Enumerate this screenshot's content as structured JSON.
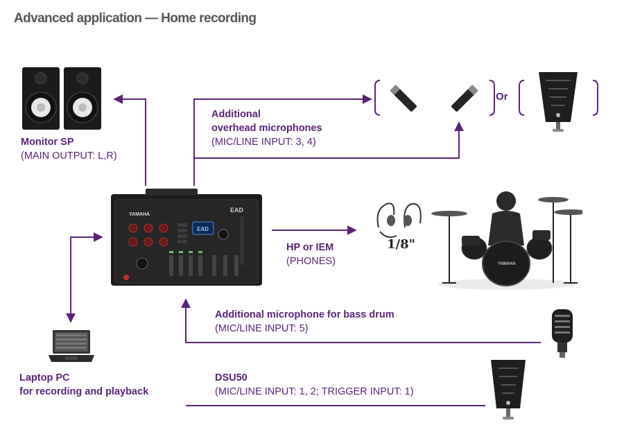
{
  "title": "Advanced application — Home recording",
  "colors": {
    "line": "#5a2378",
    "title": "#555555"
  },
  "labels": {
    "monitor": {
      "name": "Monitor SP",
      "detail": "(MAIN OUTPUT: L,R)"
    },
    "overhead": {
      "name_1": "Additional",
      "name_2": "overhead microphones",
      "detail": "(MIC/LINE INPUT: 3, 4)"
    },
    "or": "Or",
    "headphones": {
      "name": "HP or IEM",
      "detail": "(PHONES)",
      "jack": "1/8\""
    },
    "bass_mic": {
      "name": "Additional microphone for bass drum",
      "detail": "(MIC/LINE INPUT: 5)"
    },
    "dsu": {
      "name": "DSU50",
      "detail": "(MIC/LINE INPUT: 1, 2; TRIGGER INPUT: 1)"
    },
    "laptop": {
      "name_1": "Laptop PC",
      "name_2": "for recording and playback"
    }
  },
  "module": {
    "brand": "YAMAHA",
    "logo": "EAD"
  },
  "icons": [
    "monitor-speaker-icon",
    "pencil-microphone-icon",
    "dsu50-icon",
    "in-ear-monitor-icon",
    "drum-kit-image",
    "bass-drum-microphone-icon",
    "laptop-icon",
    "ead-module-image"
  ]
}
